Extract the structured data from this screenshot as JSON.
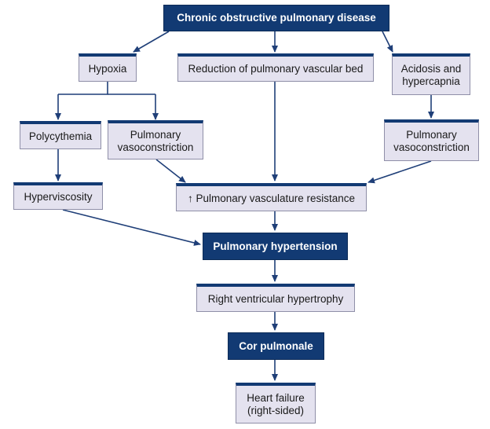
{
  "colors": {
    "primary": "#123a73",
    "box_fill": "#e4e2ef",
    "arrow": "#1f3f78"
  },
  "nodes": {
    "copd": "Chronic obstructive pulmonary disease",
    "hypoxia": "Hypoxia",
    "reduction_vascular_bed": "Reduction of pulmonary vascular bed",
    "acidosis": "Acidosis and\nhypercapnia",
    "polycythemia": "Polycythemia",
    "vasoconstriction_left": "Pulmonary\nvasoconstriction",
    "vasoconstriction_right": "Pulmonary\nvasoconstriction",
    "hyperviscosity": "Hyperviscosity",
    "vascular_resistance": "↑ Pulmonary vasculature resistance",
    "pulmonary_hypertension": "Pulmonary hypertension",
    "rv_hypertrophy": "Right ventricular hypertrophy",
    "cor_pulmonale": "Cor pulmonale",
    "heart_failure": "Heart failure\n(right-sided)"
  }
}
